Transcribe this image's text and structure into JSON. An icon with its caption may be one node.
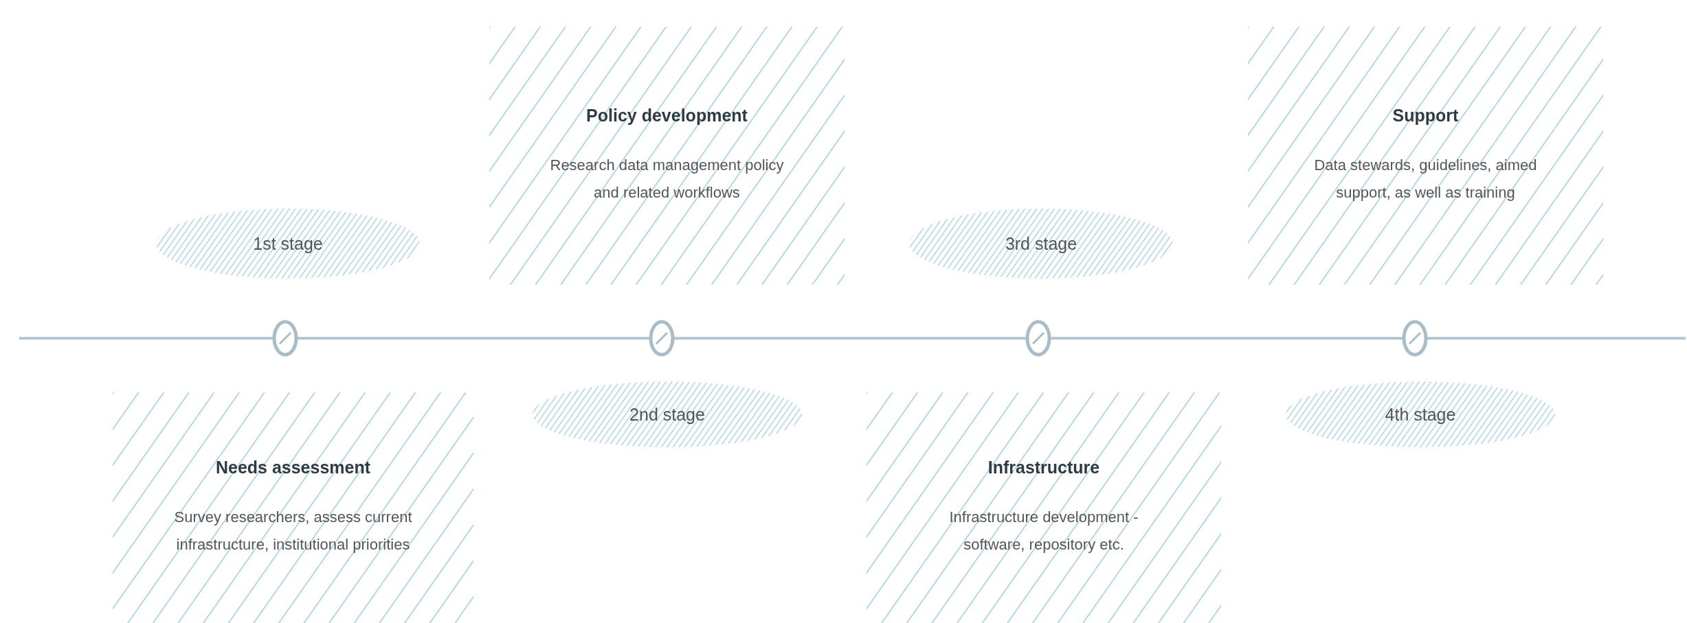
{
  "diagram": {
    "nodes": [
      {
        "text": [
          "1st stage"
        ]
      },
      {
        "text": [
          "Needs assessment",
          "Survey researchers, assess current infrastructure, institutional priorities"
        ]
      },
      {
        "text": [
          "Policy development",
          "Research data management policy and related workflows"
        ]
      },
      {
        "text": [
          "2nd stage"
        ]
      },
      {
        "text": [
          "3rd stage"
        ]
      },
      {
        "text": [
          "Infrastructure",
          "Infrastructure development - software, repository etc."
        ]
      },
      {
        "text": [
          "Support",
          "Data stewards, guidelines, aimed support, as well as training"
        ]
      },
      {
        "text": [
          "4th stage"
        ]
      },
      {
        "text": [],
        "shape": "circle"
      },
      {
        "text": [],
        "shape": "circle"
      },
      {
        "text": [],
        "shape": "circle"
      },
      {
        "text": [],
        "shape": "circle"
      }
    ],
    "edges": [
      {
        "from": null,
        "to": 8,
        "arrow": "none"
      },
      {
        "from": 8,
        "to": 9,
        "arrow": "none"
      },
      {
        "from": 9,
        "to": 10,
        "arrow": "none"
      },
      {
        "from": 10,
        "to": 11,
        "arrow": "none"
      },
      {
        "from": 11,
        "to": null,
        "arrow": "none"
      }
    ]
  }
}
